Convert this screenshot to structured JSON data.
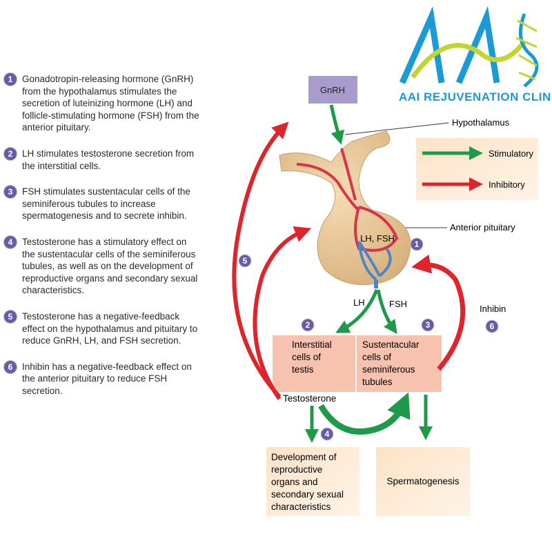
{
  "logo": {
    "text": "AAI REJUVENATION CLINIC",
    "brand_color": "#1a9ad6",
    "accent_color": "#c2d62e"
  },
  "steps": [
    {
      "number": "1",
      "text": "Gonadotropin-releasing hormone (GnRH) from the hypothalamus stimulates the secretion of luteinizing hormone (LH) and follicle-stimulating hormone (FSH) from the anterior pituitary."
    },
    {
      "number": "2",
      "text": "LH stimulates testosterone secretion from the interstitial cells."
    },
    {
      "number": "3",
      "text": "FSH stimulates sustentacular cells of the seminiferous tubules to increase spermatogenesis and to secrete inhibin."
    },
    {
      "number": "4",
      "text": "Testosterone has a stimulatory effect on the sustentacular cells of the seminiferous tubules, as well as on the development of reproductive organs and secondary sexual characteristics."
    },
    {
      "number": "5",
      "text": "Testosterone has a negative-feedback effect on the hypothalamus and pituitary to reduce GnRH, LH, and FSH secretion."
    },
    {
      "number": "6",
      "text": "Inhibin has a negative-feedback effect on the anterior pituitary to reduce FSH secretion."
    }
  ],
  "diagram": {
    "gnrh": "GnRH",
    "hypothalamus": "Hypothalamus",
    "anterior_pituitary": "Anterior pituitary",
    "lh_fsh": "LH, FSH",
    "lh": "LH",
    "fsh": "FSH",
    "interstitial": [
      "Interstitial",
      "cells of",
      "testis"
    ],
    "sustentacular": [
      "Sustentacular",
      "cells of",
      "seminiferous",
      "tubules"
    ],
    "testosterone": "Testosterone",
    "inhibin": "Inhibin",
    "development": [
      "Development of",
      "reproductive",
      "organs and",
      "secondary sexual",
      "characteristics"
    ],
    "spermatogenesis": "Spermatogenesis",
    "badges": [
      "1",
      "2",
      "3",
      "4",
      "5",
      "6"
    ]
  },
  "legend": {
    "stimulatory": "Stimulatory",
    "inhibitory": "Inhibitory",
    "stimulatory_color": "#1f9a4a",
    "inhibitory_color": "#e0242b"
  }
}
